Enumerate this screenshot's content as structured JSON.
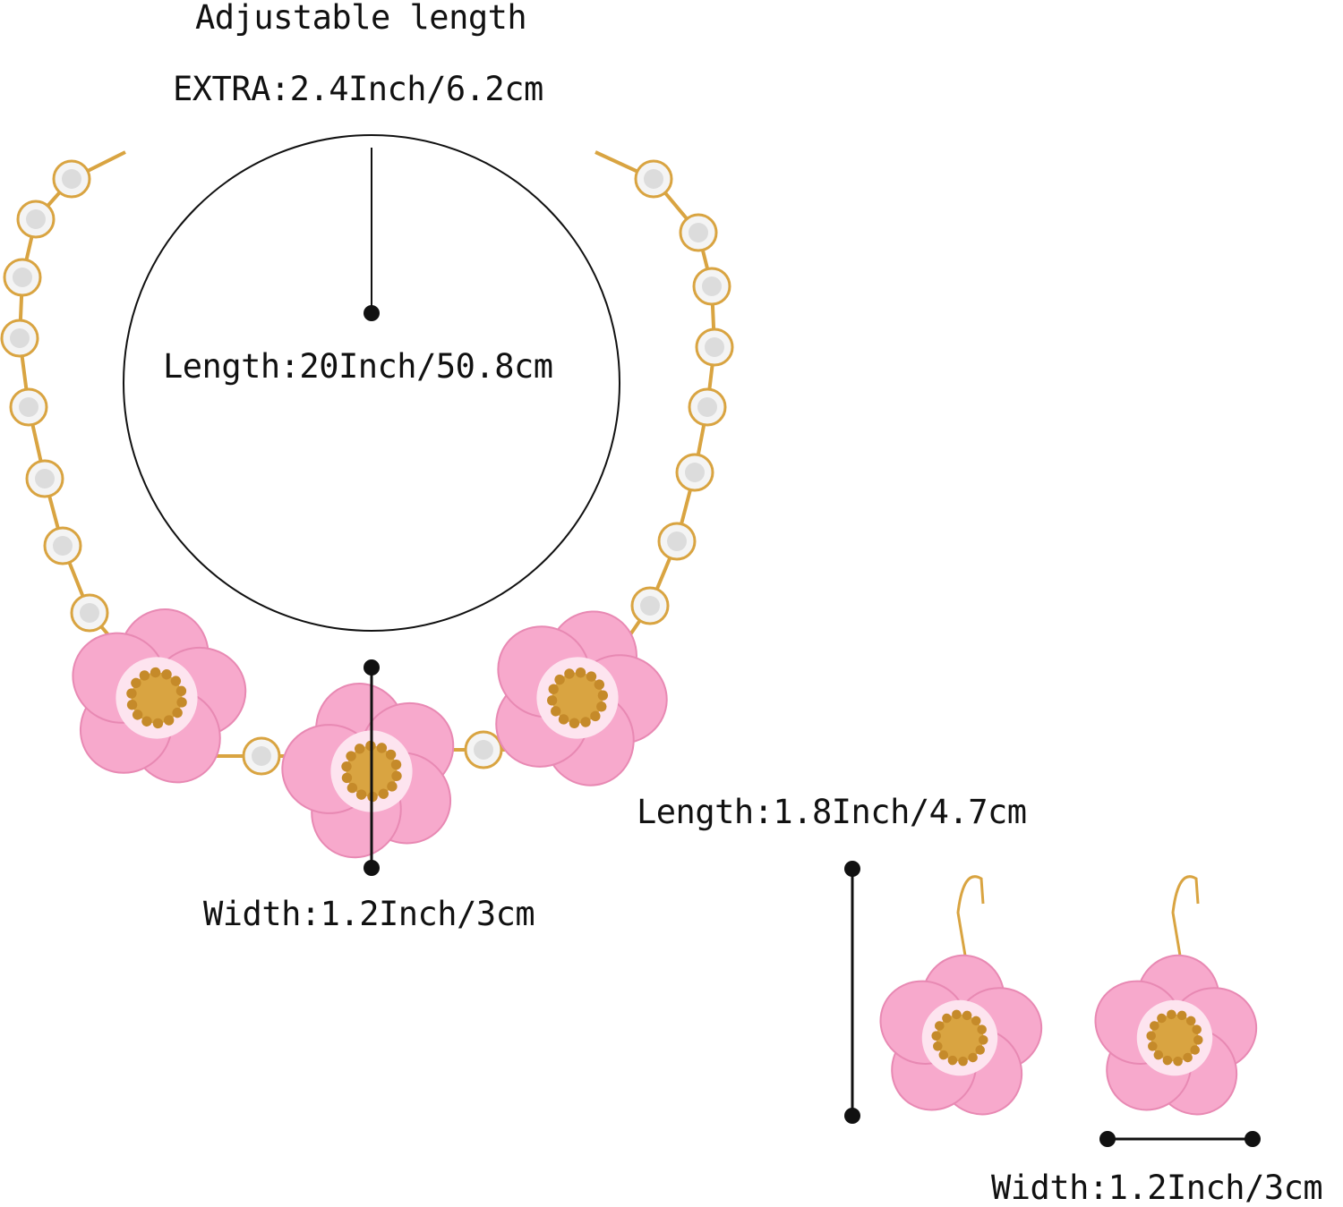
{
  "necklace": {
    "adjustable_label": "Adjustable length",
    "extra_label": "EXTRA:2.4Inch/6.2cm",
    "length_label": "Length:20Inch/50.8cm",
    "width_label": "Width:1.2Inch/3cm"
  },
  "earrings": {
    "length_label": "Length:1.8Inch/4.7cm",
    "width_label": "Width:1.2Inch/3cm"
  },
  "colors": {
    "petal": "#f7a9cc",
    "petal_light": "#fde4ef",
    "gold": "#d9a441",
    "line": "#111111"
  }
}
